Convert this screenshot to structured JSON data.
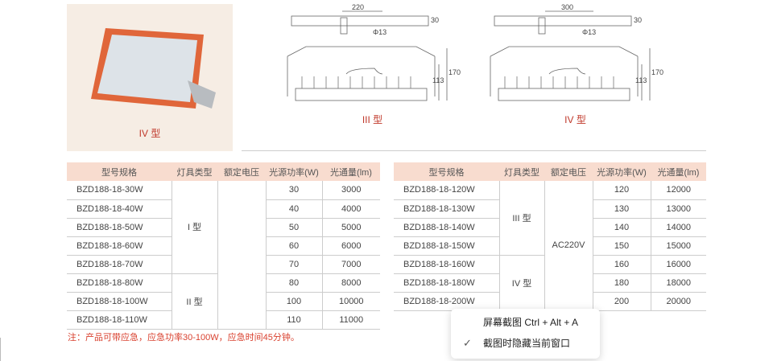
{
  "photo": {
    "label": "IV 型"
  },
  "drawings": [
    {
      "label": "III 型",
      "spacing": "220",
      "hole": "Φ13",
      "bracket_h": "30",
      "h1": "113",
      "h2": "170"
    },
    {
      "label": "IV 型",
      "spacing": "300",
      "hole": "Φ13",
      "bracket_h": "30",
      "h1": "113",
      "h2": "170"
    }
  ],
  "headers": [
    "型号规格",
    "灯具类型",
    "额定电压",
    "光源功率(W)",
    "光通量(lm)"
  ],
  "left_table": {
    "types": [
      "I 型",
      "II 型"
    ],
    "rows": [
      [
        "BZD188-18-30W",
        "30",
        "3000"
      ],
      [
        "BZD188-18-40W",
        "40",
        "4000"
      ],
      [
        "BZD188-18-50W",
        "50",
        "5000"
      ],
      [
        "BZD188-18-60W",
        "60",
        "6000"
      ],
      [
        "BZD188-18-70W",
        "70",
        "7000"
      ],
      [
        "BZD188-18-80W",
        "80",
        "8000"
      ],
      [
        "BZD188-18-100W",
        "100",
        "10000"
      ],
      [
        "BZD188-18-110W",
        "110",
        "11000"
      ]
    ]
  },
  "right_table": {
    "types": [
      "III 型",
      "IV 型"
    ],
    "voltage": "AC220V",
    "rows": [
      [
        "BZD188-18-120W",
        "120",
        "12000"
      ],
      [
        "BZD188-18-130W",
        "130",
        "13000"
      ],
      [
        "BZD188-18-140W",
        "140",
        "14000"
      ],
      [
        "BZD188-18-150W",
        "150",
        "15000"
      ],
      [
        "BZD188-18-160W",
        "160",
        "16000"
      ],
      [
        "BZD188-18-180W",
        "180",
        "18000"
      ],
      [
        "BZD188-18-200W",
        "200",
        "20000"
      ]
    ]
  },
  "note": "注：产品可带应急，应急功率30-100W，应急时间45分钟。",
  "context_menu": {
    "items": [
      "屏幕截图 Ctrl + Alt + A",
      "截图时隐藏当前窗口"
    ],
    "checked_index": 1
  }
}
